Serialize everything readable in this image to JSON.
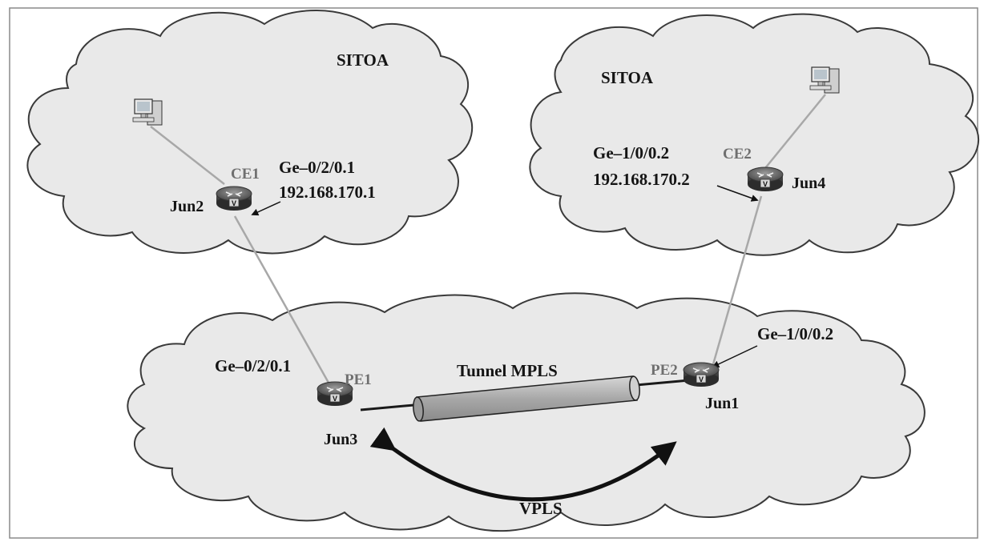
{
  "colors": {
    "cloud_fill": "#e9e9e9",
    "cloud_stroke": "#3a3a3a",
    "link": "#a8a8a8",
    "text": "#141414",
    "role_text": "#6f6f6f",
    "tunnel_fill": "#b8b8b8"
  },
  "site_left": {
    "name": "SITOA",
    "router": {
      "role": "CE1",
      "name": "Jun2",
      "icon": "router-icon"
    },
    "interface": "Ge–0/2/0.1",
    "ip": "192.168.170.1",
    "host_icon": "computer-icon"
  },
  "site_right": {
    "name": "SITOA",
    "router": {
      "role": "CE2",
      "name": "Jun4",
      "icon": "router-icon"
    },
    "interface": "Ge–1/0/0.2",
    "ip": "192.168.170.2",
    "host_icon": "computer-icon"
  },
  "provider": {
    "pe1": {
      "role": "PE1",
      "name": "Jun3",
      "interface": "Ge–0/2/0.1",
      "icon": "router-icon"
    },
    "pe2": {
      "role": "PE2",
      "name": "Jun1",
      "interface": "Ge–1/0/0.2",
      "icon": "router-icon"
    },
    "tunnel_label": "Tunnel MPLS",
    "service_label": "VPLS"
  }
}
